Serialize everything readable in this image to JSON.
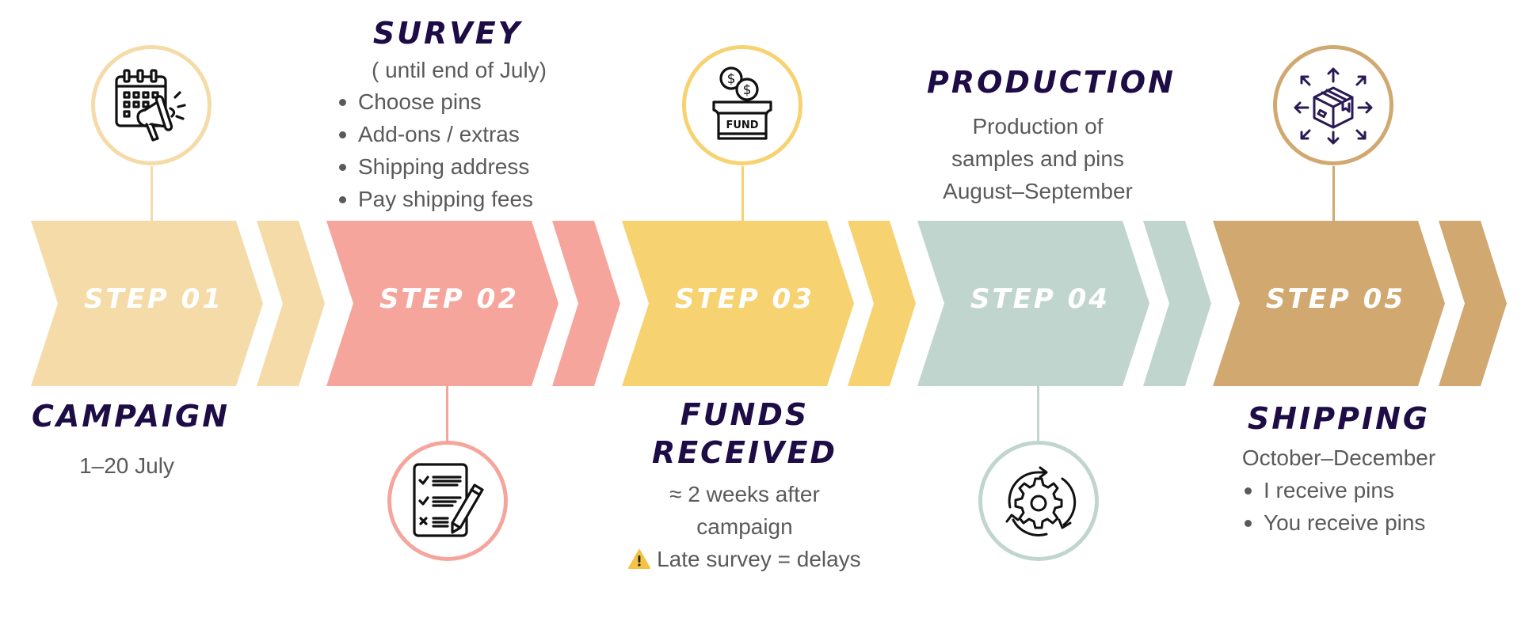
{
  "steps": [
    {
      "label": "STEP 01",
      "color": "#f4dba8",
      "icon": "calendar-megaphone-icon",
      "icon_position": "top",
      "title": "CAMPAIGN",
      "title_position": "bottom",
      "lines": [
        "1–20 July"
      ]
    },
    {
      "label": "STEP 02",
      "color": "#f6a59d",
      "icon": "checklist-pencil-icon",
      "icon_position": "bottom",
      "title": "SURVEY",
      "title_position": "top",
      "subtitle": "( until end of July)",
      "bullets": [
        "Choose pins",
        "Add-ons / extras",
        "Shipping address",
        "Pay shipping fees"
      ]
    },
    {
      "label": "STEP 03",
      "color": "#f7d271",
      "icon": "fund-jar-coins-icon",
      "icon_text": "FUND",
      "icon_position": "top",
      "title_lines": [
        "FUNDS",
        "RECEIVED"
      ],
      "title_position": "bottom",
      "lines": [
        "≈ 2 weeks after",
        "campaign"
      ],
      "warning": "Late survey = delays",
      "warning_icon": "warning-icon"
    },
    {
      "label": "STEP 04",
      "color": "#c1d5cf",
      "icon": "gear-cycle-icon",
      "icon_position": "bottom",
      "title": "PRODUCTION",
      "title_position": "top",
      "lines": [
        "Production of",
        "samples and pins",
        "August–September"
      ]
    },
    {
      "label": "STEP 05",
      "color": "#d0a870",
      "icon": "box-distribution-icon",
      "icon_position": "top",
      "title": "SHIPPING",
      "title_position": "bottom",
      "subtitle": "October–December",
      "bullets": [
        "I receive pins",
        "You receive pins"
      ]
    }
  ],
  "colors": {
    "title": "#1e0c46",
    "body_text": "#5a5a5a",
    "warning": "#f5c244",
    "icon_stroke": "#111111",
    "shipping_icon_stroke": "#2a1a55"
  }
}
